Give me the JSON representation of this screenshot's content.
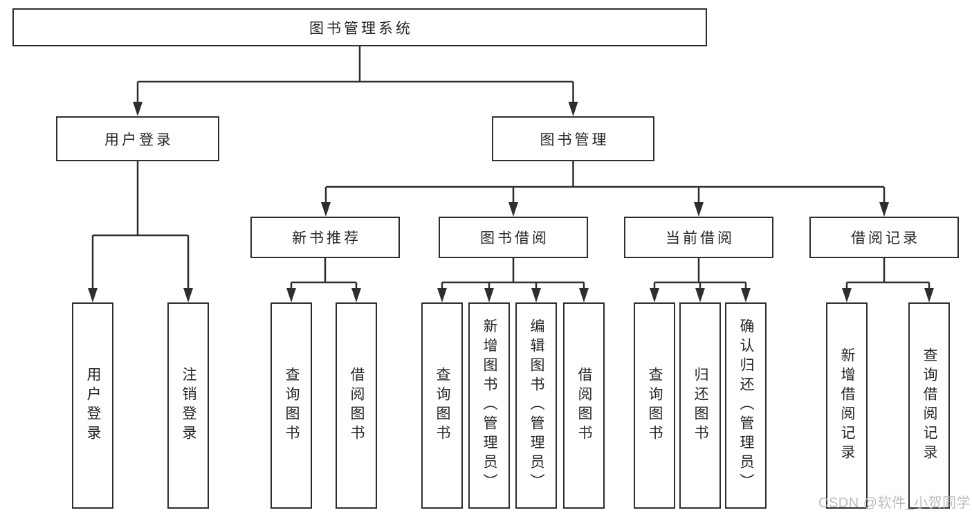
{
  "diagram": {
    "root": {
      "label": "图书管理系统"
    },
    "level2": [
      {
        "label": "用户登录"
      },
      {
        "label": "图书管理"
      }
    ],
    "level3": [
      {
        "label": "新书推荐"
      },
      {
        "label": "图书借阅"
      },
      {
        "label": "当前借阅"
      },
      {
        "label": "借阅记录"
      }
    ],
    "leaves": [
      {
        "label": "用户登录"
      },
      {
        "label": "注销登录"
      },
      {
        "label": "查询图书"
      },
      {
        "label": "借阅图书"
      },
      {
        "label": "查询图书"
      },
      {
        "label": "新增图书（管理员）"
      },
      {
        "label": "编辑图书（管理员）"
      },
      {
        "label": "借阅图书"
      },
      {
        "label": "查询图书"
      },
      {
        "label": "归还图书"
      },
      {
        "label": "确认归还（管理员）"
      },
      {
        "label": "新增借阅记录"
      },
      {
        "label": "查询借阅记录"
      }
    ]
  },
  "watermark": {
    "text": "CSDN @软件_小贺同学"
  },
  "colors": {
    "line": "#2e2e2e",
    "text": "#262626",
    "background": "#ffffff",
    "watermark": "#b5b5b5"
  }
}
